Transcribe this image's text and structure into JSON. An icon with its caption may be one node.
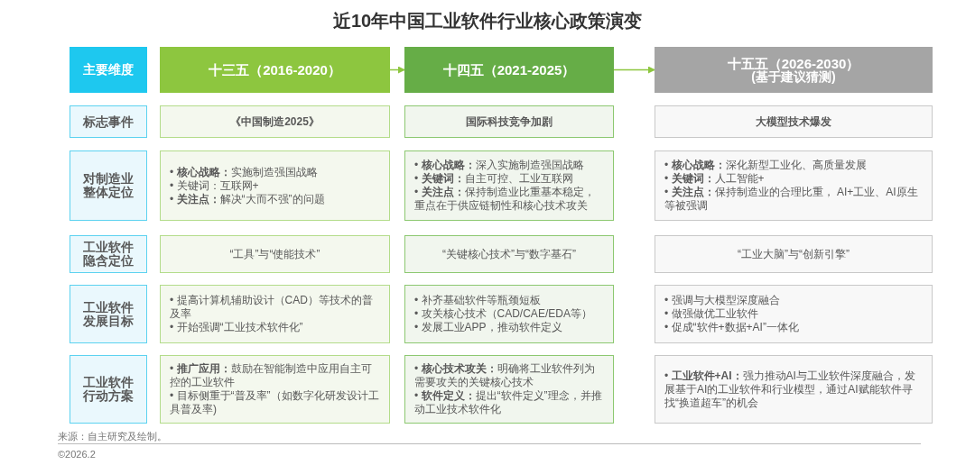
{
  "diagram": {
    "title": "近10年中国工业软件行业核心政策演变",
    "nodes": [
      {
        "text": [
          "主要维度"
        ]
      },
      {
        "text": [
          "十三五（2016-2020）"
        ]
      },
      {
        "text": [
          "十四五（2021-2025）"
        ]
      },
      {
        "text": [
          "十五五（2026-2030）",
          "(基于建议猜测)"
        ]
      },
      {
        "text": [
          "标志事件"
        ]
      },
      {
        "text": [
          "《中国制造2025》"
        ]
      },
      {
        "text": [
          "国际科技竞争加剧"
        ]
      },
      {
        "text": [
          "大模型技术爆发"
        ]
      },
      {
        "text": [
          "对制造业整体定位"
        ]
      },
      {
        "text": [
          "• **核心战略：**实施制造强国战略",
          "• 关键词：互联网+",
          "• **关注点：**解决“大而不强”的问题"
        ]
      },
      {
        "text": [
          "• **核心战略：**深入实施制造强国战略",
          "• **关键词：**自主可控、工业互联网",
          "• **关注点：**保持制造业比重基本稳定，重点在于供应链韧性和核心技术攻关"
        ]
      },
      {
        "text": [
          "• **核心战略：**深化新型工业化、高质量发展",
          "• **关键词：**人工智能+",
          "• **关注点：**保持制造业的合理比重， AI+工业、AI原生等被强调"
        ]
      },
      {
        "text": [
          "工业软件隐含定位"
        ]
      },
      {
        "text": [
          "“工具”与“使能技术”"
        ]
      },
      {
        "text": [
          "“关键核心技术”与“数字基石”"
        ]
      },
      {
        "text": [
          "“工业大脑”与“创新引擎”"
        ]
      },
      {
        "text": [
          "工业软件发展目标"
        ]
      },
      {
        "text": [
          "• 提高计算机辅助设计（CAD）等技术的普及率",
          "• 开始强调“工业技术软件化”"
        ]
      },
      {
        "text": [
          "• 补齐基础软件等瓶颈短板",
          "• 攻关核心技术（CAD/CAE/EDA等）",
          "• 发展工业APP，推动软件定义"
        ]
      },
      {
        "text": [
          "• 强调与大模型深度融合",
          "• 做强做优工业软件",
          "• 促成“软件+数据+AI”一体化"
        ]
      },
      {
        "text": [
          "工业软件行动方案"
        ]
      },
      {
        "text": [
          "• **推广应用：**鼓励在智能制造中应用自主可控的工业软件",
          "• 目标侧重于“普及率”（如数字化研发设计工具普及率)"
        ]
      },
      {
        "text": [
          "• **核心技术攻关：**明确将工业软件列为需要攻关的关键核心技术",
          "• **软件定义：**提出“软件定义”理念，并推动工业技术软件化"
        ]
      },
      {
        "text": [
          "• **工业软件+AI：**强力推动AI与工业软件深度融合，发展基于AI的工业软件和行业模型，通过AI赋能软件寻找“换道超车”的机会"
        ]
      }
    ],
    "edges": [
      {
        "from": 1,
        "to": 2,
        "arrow": "to"
      },
      {
        "from": 2,
        "to": 3,
        "arrow": "to"
      }
    ],
    "labels": [
      "来源：自主研究及绘制。",
      "©2026.2"
    ]
  }
}
